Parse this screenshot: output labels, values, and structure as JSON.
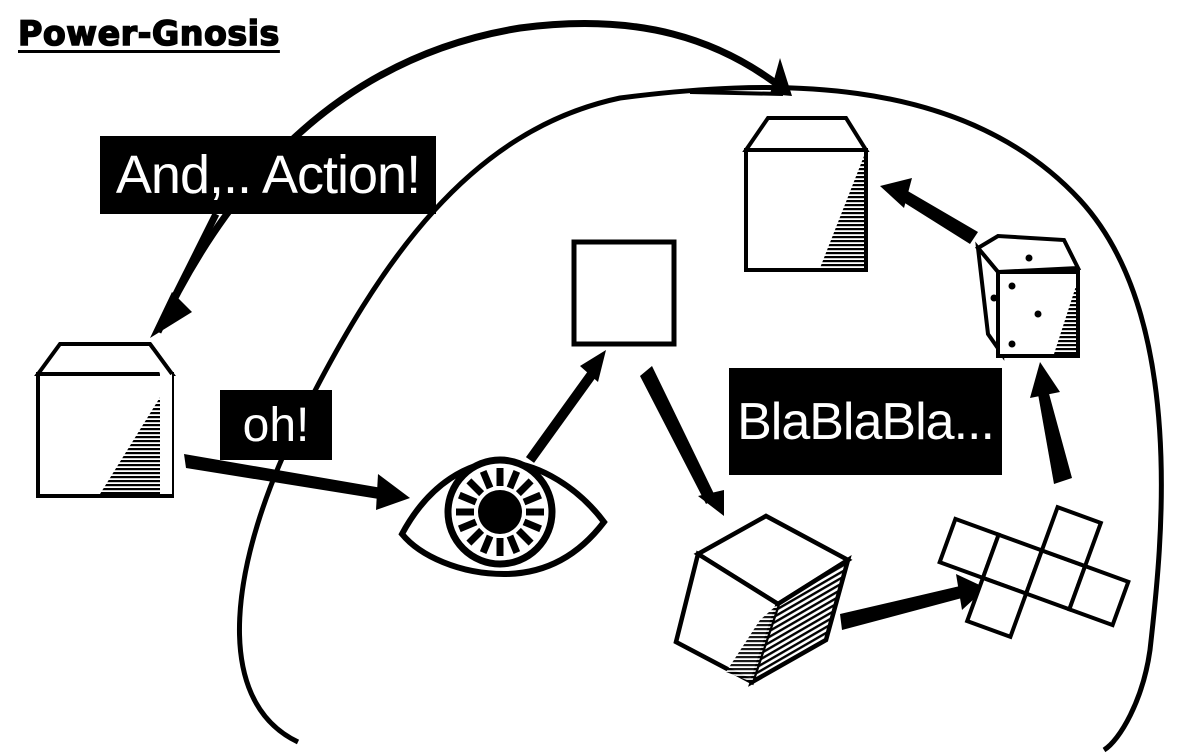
{
  "title": "Power-Gnosis",
  "labels": {
    "action": "And,.. Action!",
    "oh": "oh!",
    "blabla": "BlaBlaBla..."
  },
  "nodes": [
    {
      "id": "left-cube",
      "kind": "cube",
      "description": "upright cube with shaded right face"
    },
    {
      "id": "eye",
      "kind": "eye",
      "description": "stylized eye with radial iris"
    },
    {
      "id": "square",
      "kind": "square",
      "description": "plain outlined square"
    },
    {
      "id": "tilted-cube",
      "kind": "cube",
      "description": "tilted cube with hatched sides"
    },
    {
      "id": "cube-net",
      "kind": "net",
      "description": "unfolded cube net (cross of six squares)"
    },
    {
      "id": "dice",
      "kind": "dice",
      "description": "dotted die cube"
    },
    {
      "id": "top-cube",
      "kind": "cube",
      "description": "upright cube with shaded right face"
    }
  ],
  "edges": [
    {
      "from": "label-action",
      "to": "left-cube"
    },
    {
      "from": "left-cube",
      "to": "eye",
      "label": "oh!"
    },
    {
      "from": "eye",
      "to": "square"
    },
    {
      "from": "square",
      "to": "tilted-cube"
    },
    {
      "from": "tilted-cube",
      "to": "cube-net"
    },
    {
      "from": "cube-net",
      "to": "dice"
    },
    {
      "from": "dice",
      "to": "top-cube"
    }
  ],
  "colors": {
    "ink": "#000000",
    "paper": "#ffffff"
  }
}
